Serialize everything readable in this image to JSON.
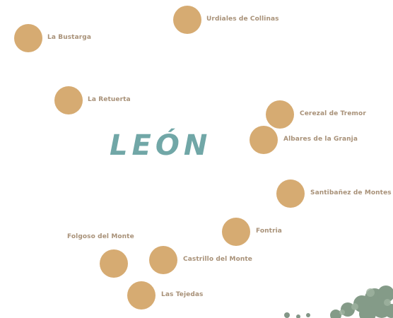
{
  "map": {
    "region_name": "LEÓN",
    "colors": {
      "marker": "#d6ab72",
      "label": "#a89178",
      "region_name": "#71a7a7",
      "tree_foliage": "#6f8a74"
    },
    "places": [
      {
        "name": "Urdiales de Collinas"
      },
      {
        "name": "La Bustarga"
      },
      {
        "name": "La Retuerta"
      },
      {
        "name": "Cerezal de Tremor"
      },
      {
        "name": "Albares de la Granja"
      },
      {
        "name": "Santibañez de Montes"
      },
      {
        "name": "Fontria"
      },
      {
        "name": "Folgoso del Monte"
      },
      {
        "name": "Castrillo del Monte"
      },
      {
        "name": "Las Tejedas"
      }
    ],
    "decorations": {
      "corner_illustration": "tree-illustration"
    }
  }
}
